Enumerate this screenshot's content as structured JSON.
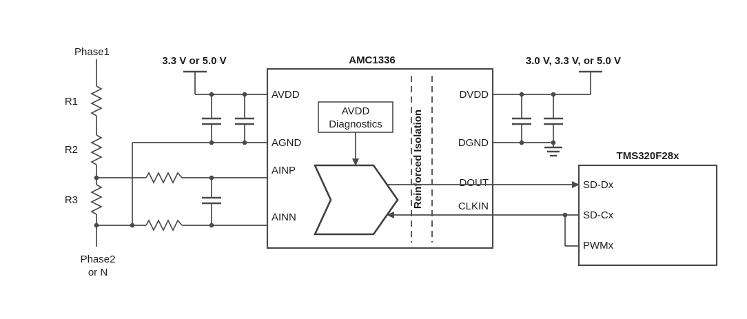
{
  "figure": {
    "background": "#ffffff",
    "line_color": "#4a4a4c",
    "text_color": "#1c1c1c"
  },
  "labels": {
    "phase_top": "Phase1",
    "phase_bottom_1": "Phase2",
    "phase_bottom_2": "or N",
    "r1": "R1",
    "r2": "R2",
    "r3": "R3",
    "left_supply": "3.3 V or 5.0 V",
    "right_supply": "3.0 V, 3.3 V, or 5.0 V",
    "amc_title": "AMC1336",
    "diag_line1": "AVDD",
    "diag_line2": "Diagnostics",
    "isolation": "Reinforced Isolation",
    "mcu_title": "TMS320F28x"
  },
  "amc_pins": {
    "left": [
      "AVDD",
      "AGND",
      "AINP",
      "AINN"
    ],
    "right": [
      "DVDD",
      "DGND",
      "DOUT",
      "CLKIN"
    ]
  },
  "mcu_pins": [
    "SD-Dx",
    "SD-Cx",
    "PWMx"
  ]
}
